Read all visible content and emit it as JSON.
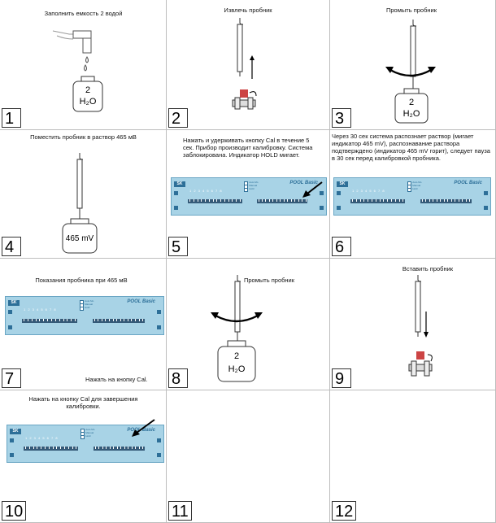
{
  "cells": [
    {
      "num": "1",
      "caption": "Заполнить емкость 2 водой",
      "jar_top": "2",
      "jar_bottom": "H₂O"
    },
    {
      "num": "2",
      "caption": "Извлечь пробник"
    },
    {
      "num": "3",
      "caption": "Промыть пробник",
      "jar_top": "2",
      "jar_bottom": "H₂O"
    },
    {
      "num": "4",
      "caption": "Поместить пробник в раствор 465 мВ",
      "jar_label": "465 mV"
    },
    {
      "num": "5",
      "caption": "Нажать и удерживать кнопку Cal в течение 5 сек. Прибор производит калибровку. Система заблокирована. Индикатор HOLD мигает."
    },
    {
      "num": "6",
      "caption": "Через 30 сек система распознает раствор (мигает индикатор 465 mV), распознавание раствора подтверждено (индикатор 465 mV горит), следует пауза в 30 сек перед калибровкой пробника."
    },
    {
      "num": "7",
      "caption": "Показания пробника при 465 мВ",
      "caption2": "Нажать на кнопку Cal."
    },
    {
      "num": "8",
      "caption": "Промыть пробник",
      "jar_top": "2",
      "jar_bottom": "H₂O"
    },
    {
      "num": "9",
      "caption": "Вставить пробник"
    },
    {
      "num": "10",
      "caption": "Нажать на кнопку Cal для завершения калибровки."
    },
    {
      "num": "11"
    },
    {
      "num": "12"
    }
  ],
  "panel": {
    "logo": "SK",
    "brand": "POOL Basic",
    "indicators": [
      "Auto Mo",
      "Manual",
      "Hold"
    ],
    "display_digits": "1 2 3 4 5 6 7 8"
  },
  "colors": {
    "panel_bg": "#a8d3e6",
    "panel_dark": "#355a78",
    "accent": "#2d6f98"
  },
  "icons": [
    "faucet-icon",
    "water-drop-icon",
    "jar-icon",
    "probe-icon",
    "arrow-up-icon",
    "arrow-down-icon",
    "rotate-arrow-icon",
    "valve-icon",
    "pointer-arrow-icon",
    "control-panel"
  ]
}
